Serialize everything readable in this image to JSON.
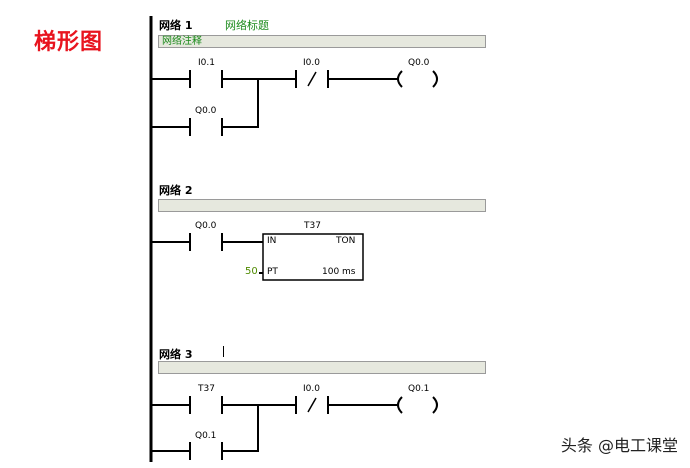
{
  "title": "梯形图",
  "watermark": "头条 @电工课堂",
  "networks": [
    {
      "label": "网络 1",
      "title": "网络标题",
      "comment": "网络注释",
      "contacts": [
        "I0.1",
        "I0.0",
        "Q0.0"
      ],
      "coil": "Q0.0"
    },
    {
      "label": "网络 2",
      "comment": "",
      "contact": "Q0.0",
      "timer": {
        "name": "T37",
        "type": "TON",
        "in_label": "IN",
        "pt_label": "PT",
        "pt_value": "50",
        "base": "100 ms"
      }
    },
    {
      "label": "网络 3",
      "comment": "",
      "contacts": [
        "T37",
        "I0.0",
        "Q0.1"
      ],
      "coil": "Q0.1"
    }
  ]
}
